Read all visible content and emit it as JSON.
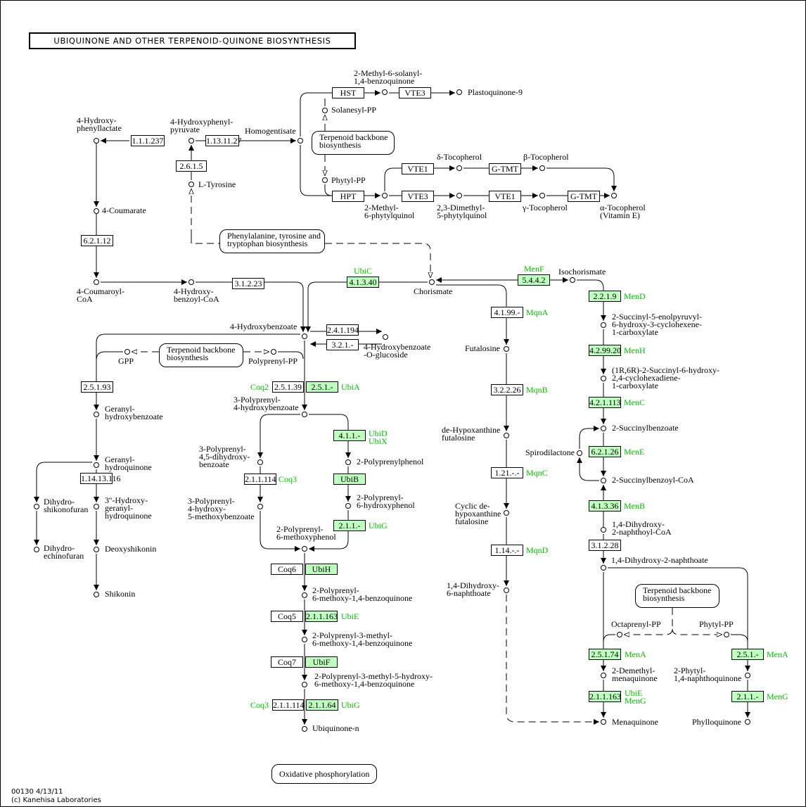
{
  "title": "UBIQUINONE AND OTHER TERPENOID-QUINONE BIOSYNTHESIS",
  "footer": {
    "line1": "00130 4/13/11",
    "line2": "(c) Kanehisa Laboratories"
  },
  "colors": {
    "gene_box": "#bfffbf",
    "gene_text": "#00c000"
  },
  "maps": {
    "terp1": "Terpenoid backbone\nbiosynthesis",
    "phe": "Phenylalanine, tyrosine and\ntryptophan biosynthesis",
    "terp2": "Terpenoid backbone\nbiosynthesis",
    "terp3": "Terpenoid backbone\nbiosynthesis",
    "oxphos": "Oxidative phosphorylation"
  },
  "enzymes": {
    "e1_1_1_237": "1.1.1.237",
    "e1_13_11_27": "1.13.11.27",
    "e2_6_1_5": "2.6.1.5",
    "hst": "HST",
    "vte3a": "VTE3",
    "vte1a": "VTE1",
    "gtmta": "G-TMT",
    "hpt": "HPT",
    "vte3b": "VTE3",
    "vte1b": "VTE1",
    "gtmtb": "G-TMT",
    "e6_2_1_12": "6.2.1.12",
    "e3_1_2_23": "3.1.2.23",
    "e4_1_3_40": "4.1.3.40",
    "e5_4_4_2": "5.4.4.2",
    "e2_2_1_9": "2.2.1.9",
    "e4_1_99": "4.1.99.-",
    "e2_4_1_194": "2.4.1.194",
    "e3_2_1": "3.2.1.-",
    "e4_2_99_20": "4.2.99.20",
    "e2_5_1_93": "2.5.1.93",
    "e2_5_1_39": "2.5.1.39",
    "e2_5_1": "2.5.1.-",
    "e3_2_2_26": "3.2.2.26",
    "e4_2_1_113": "4.2.1.113",
    "e4_1_1": "4.1.1.-",
    "e6_2_1_26": "6.2.1.26",
    "e1_14_13_116": "1.14.13.116",
    "e2_1_1_114a": "2.1.1.114",
    "ubib": "UbiB",
    "e1_21": "1.21.-.-",
    "e4_1_3_36": "4.1.3.36",
    "e2_1_1a": "2.1.1.-",
    "e3_1_2_28": "3.1.2.28",
    "e1_14": "1.14.-.-",
    "coq6": "Coq6",
    "ubih": "UbiH",
    "coq5": "Coq5",
    "e2_1_1_163a": "2.1.1.163",
    "coq7": "Coq7",
    "ubif": "UbiF",
    "e2_1_1_114b": "2.1.1.114",
    "e2_1_1_64": "2.1.1.64",
    "e2_5_1_74": "2.5.1.74",
    "e2_5_1b": "2.5.1.-",
    "e2_1_1_163b": "2.1.1.163",
    "e2_1_1b": "2.1.1.-"
  },
  "genes": {
    "ubic": "UbiC",
    "menf": "MenF",
    "mend": "MenD",
    "mqna": "MqnA",
    "menh": "MenH",
    "coq2": "Coq2",
    "ubia": "UbiA",
    "mqnb": "MqnB",
    "menc": "MenC",
    "ubidx": "UbiD\nUbiX",
    "mene": "MenE",
    "coq3a": "Coq3",
    "mqnc": "MqnC",
    "menb": "MenB",
    "ubig1": "UbiG",
    "mqnd": "MqnD",
    "ubie": "UbiE",
    "coq3b": "Coq3",
    "ubig2": "UbiG",
    "mena1": "MenA",
    "mena2": "MenA",
    "ubiemeng": "UbiE\nMenG",
    "meng": "MenG"
  },
  "compounds": {
    "hpl": "4-Hydroxy-\nphenyllactate",
    "hpp": "4-Hydroxyphenyl-\npyruvate",
    "hga": "Homogentisate",
    "msbq": "2-Methyl-6-solanyl-\n1,4-benzoquinone",
    "pq9": "Plastoquinone-9",
    "sopp": "Solanesyl-PP",
    "phpp1": "Phytyl-PP",
    "tyr": "L-Tyrosine",
    "cou": "4-Coumarate",
    "dtoc": "δ-Tocopherol",
    "btoc": "β-Tocopherol",
    "mpq": "2-Methyl-\n6-phytylquinol",
    "dmpq": "2,3-Dimethyl-\n5-phytylquinol",
    "gtoc": "γ-Tocopherol",
    "atoc": "α-Tocopherol\n(Vitamin E)",
    "coucoa": "4-Coumaroyl-\nCoA",
    "hbcoa": "4-Hydroxy-\nbenzoyl-CoA",
    "chor": "Chorismate",
    "ichor": "Isochorismate",
    "hba": "4-Hydroxybenzoate",
    "hbag": "4-Hydroxybenzoate\n-O-glucoside",
    "gpp": "GPP",
    "pppp": "Polyprenyl-PP",
    "sephc": "2-Succinyl-5-enolpyruvyl-\n6-hydroxy-3-cyclohexene-\n1-carboxylate",
    "futa": "Futalosine",
    "shchc": "(1R,6R)-2-Succinyl-6-hydroxy-\n2,4-cyclohexadiene-\n1-carboxylate",
    "ghb": "Geranyl-\nhydroxybenzoate",
    "phb": "3-Polyprenyl-\n4-hydroxybenzoate",
    "osb": "2-Succinylbenzoate",
    "dhf": "de-Hypoxanthine\nfutalosine",
    "spiro": "Spirodilactone",
    "ghq": "Geranyl-\nhydroquinone",
    "pdhb": "3-Polyprenyl-\n4,5-dihydroxy-\nbenzoate",
    "ppp": "2-Polyprenylphenol",
    "osbcoa": "2-Succinylbenzoyl-CoA",
    "dhsf": "Dihydro-\nshikonofuran",
    "hghq": "3''-Hydroxy-\ngeranyl-\nhydroquinone",
    "phmb": "3-Polyprenyl-\n4-hydroxy-\n5-methoxybenzoate",
    "pphp": "2-Polyprenyl-\n6-hydroxyphenol",
    "cdhf": "Cyclic de-\nhypoxanthine\nfutalosine",
    "dhnacoa": "1,4-Dihydroxy-\n2-naphthoyl-CoA",
    "ppmp": "2-Polyprenyl-\n6-methoxyphenol",
    "dhef": "Dihydro-\nechinofuran",
    "dsk": "Deoxyshikonin",
    "dhna": "1,4-Dihydroxy-2-naphthoate",
    "dh6n": "1,4-Dihydroxy-\n6-naphthoate",
    "shik": "Shikonin",
    "ppmbq": "2-Polyprenyl-\n6-methoxy-1,4-benzoquinone",
    "octpp": "Octaprenyl-PP",
    "phpp2": "Phytyl-PP",
    "ppmmbq": "2-Polyprenyl-3-methyl-\n6-methoxy-1,4-benzoquinone",
    "dmk": "2-Demethyl-\nmenaquinone",
    "pnq": "2-Phytyl-\n1,4-naphthoquinone",
    "pmhmbq": "2-Polyprenyl-3-methyl-5-hydroxy-\n6-methoxy-1,4-benzoquinone",
    "mk": "Menaquinone",
    "pk": "Phylloquinone",
    "uq": "Ubiquinone-n"
  }
}
